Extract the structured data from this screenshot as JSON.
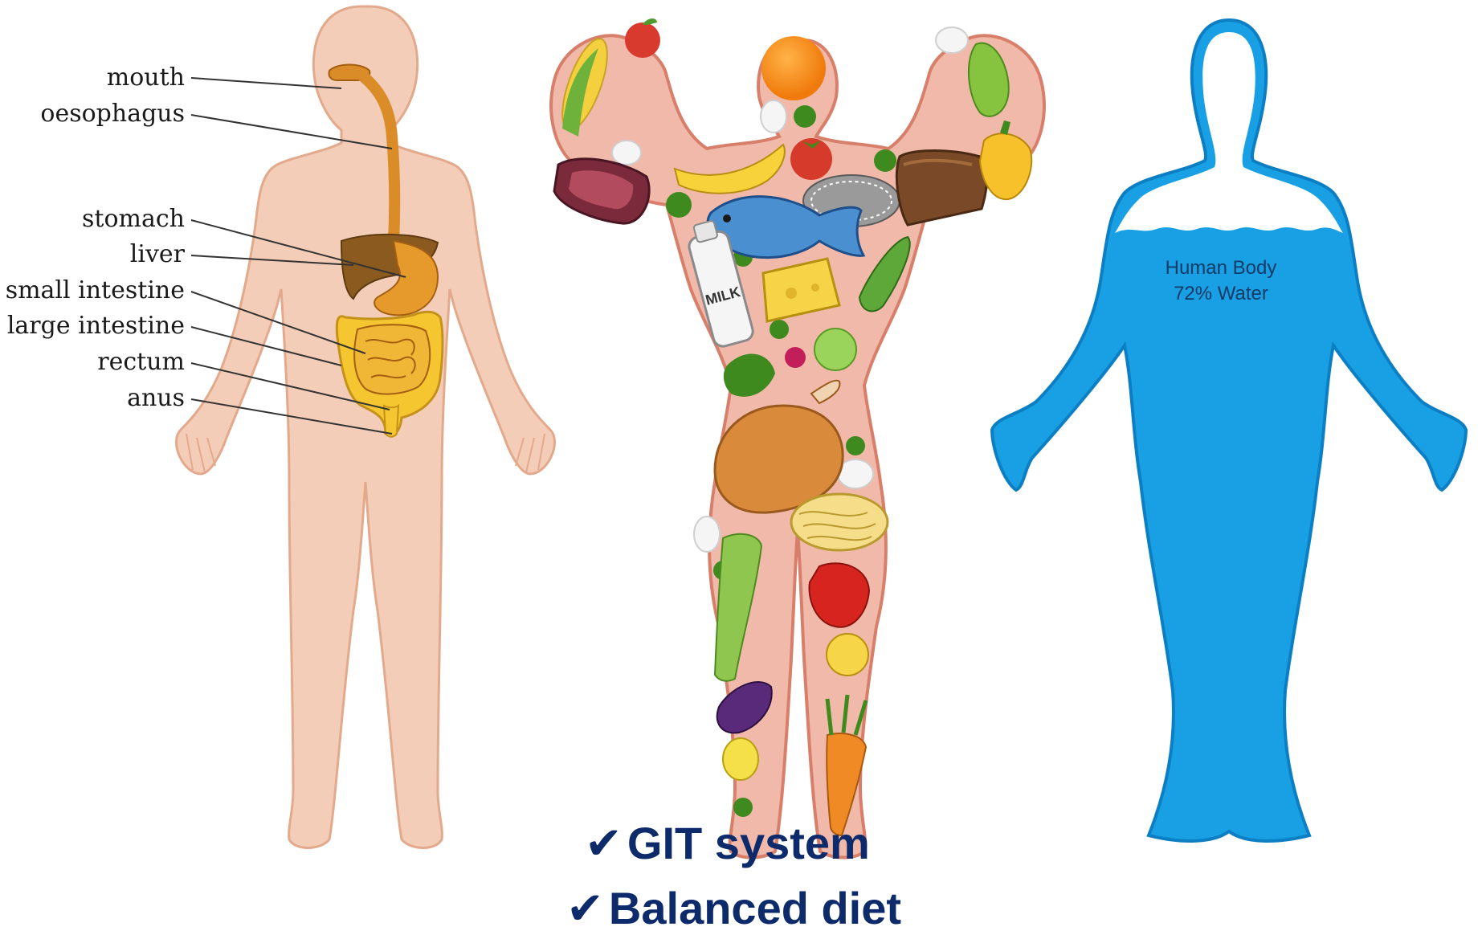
{
  "digestive_figure": {
    "labels": {
      "mouth": "mouth",
      "oesophagus": "oesophagus",
      "stomach": "stomach",
      "liver": "liver",
      "small_intestine": "small intestine",
      "large_intestine": "large intestine",
      "rectum": "rectum",
      "anus": "anus"
    }
  },
  "food_figure": {
    "milk_label": "MILK"
  },
  "water_figure": {
    "line1": "Human Body",
    "line2": "72% Water"
  },
  "captions": {
    "check_symbol": "✔",
    "line1": "GIT  system",
    "line2": "Balanced diet"
  },
  "colors": {
    "skin": "#f3cdb8",
    "skin_outline": "#e3a98c",
    "liver": "#8a5a1e",
    "oesophagus": "#d98c27",
    "stomach": "#e69a2b",
    "small_intestine": "#f0b636",
    "large_intestine": "#f6c630",
    "food_body": "#f1b9a9",
    "food_outline": "#d77f6b",
    "water": "#19a0e4",
    "water_dark": "#0c7fc4",
    "caption": "#0d2a6b"
  }
}
